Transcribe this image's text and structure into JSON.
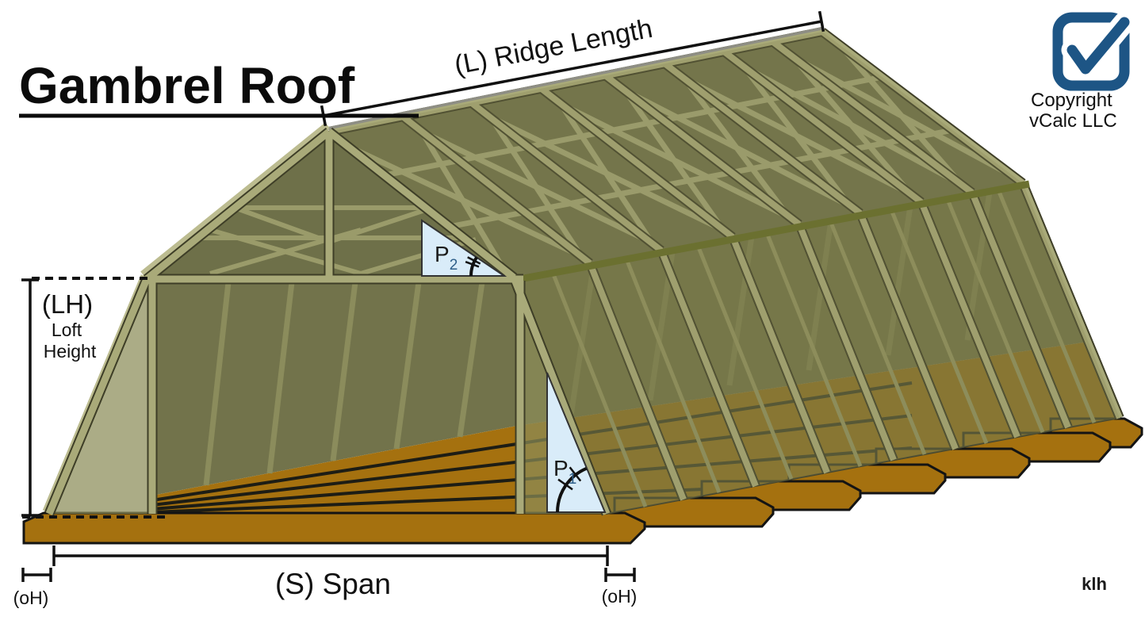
{
  "title": "Gambrel Roof",
  "annotations": {
    "ridge_label": "(L) Ridge Length",
    "loft_height": {
      "abbr": "(LH)",
      "word1": "Loft",
      "word2": "Height"
    },
    "span_label": "(S) Span",
    "overhang_left": "(oH)",
    "overhang_right": "(oH)",
    "pitch_upper": {
      "base": "P",
      "sub": "2"
    },
    "pitch_lower": {
      "base": "P",
      "sub": "1"
    }
  },
  "branding": {
    "logo_icon": "vcalc-checkbox-logo",
    "copyright_line1": "Copyright",
    "copyright_line2": "vCalc LLC",
    "logo_color": "#1d5585"
  },
  "signature": "klh",
  "colors": {
    "roof_olive": "#8c8d5c",
    "beam_light": "#a9aa79",
    "beam_outline": "#3e3e27",
    "interior_dark": "#6f7049",
    "floor_brown": "#a5710f",
    "break_beam": "#6b7030",
    "pitch_triangle_blue": "#d9ecf9",
    "annotation_black": "#111111",
    "logo_blue": "#1d5585"
  }
}
